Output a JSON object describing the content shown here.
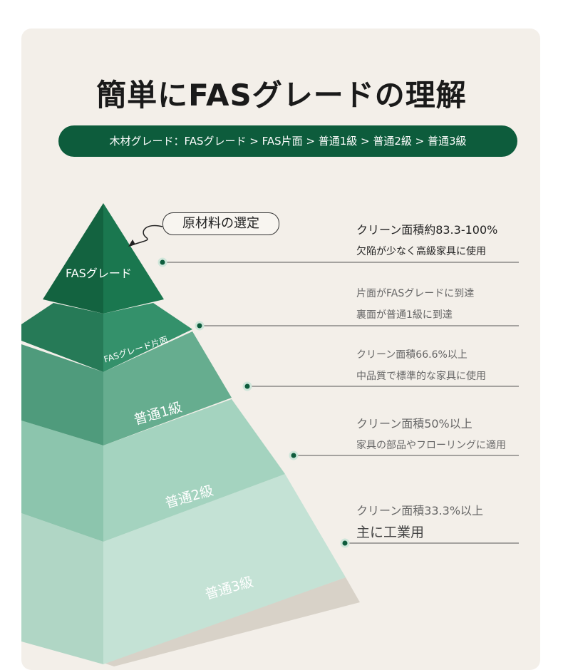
{
  "title": "簡単にFASグレードの理解",
  "banner": "木材グレード：FASグレード > FAS片面 > 普通1級 > 普通2級 > 普通3級",
  "callout": "原材料の選定",
  "layers": [
    {
      "label": "FASグレード",
      "line1": "クリーン面積約83.3-100%",
      "line2": "欠陥が少なく高級家具に使用",
      "color": "#17704a"
    },
    {
      "label": "FASグレード片面",
      "line1": "片面がFASグレードに到達",
      "line2": "裏面が普通1級に到達",
      "color": "#2e8763"
    },
    {
      "label": "普通1級",
      "line1": "クリーン面積66.6%以上",
      "line2": "中品質で標準的な家具に使用",
      "color": "#5fa88a"
    },
    {
      "label": "普通2級",
      "line1": "クリーン面積50%以上",
      "line2": "家具の部品やフローリングに適用",
      "color": "#9ccfb9"
    },
    {
      "label": "普通3級",
      "line1": "クリーン面積33.3%以上",
      "line2": "主に工業用",
      "color": "#bfe0d2"
    }
  ]
}
